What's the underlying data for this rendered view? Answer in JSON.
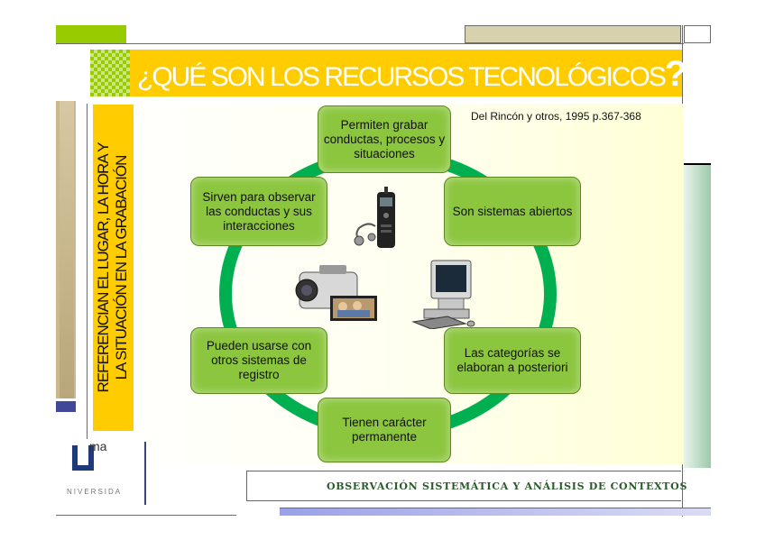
{
  "slide": {
    "title": "¿QUÉ SON LOS RECURSOS TECNOLÓGICOS",
    "title_mark": "?",
    "side_text_line1": "REFERENCIAN EL LUGAR, LA HORA Y",
    "side_text_line2": "LA SITUACIÓN EN LA GRABACIÓN",
    "citation": "Del Rincón y otros, 1995 p.367-368",
    "footer": "OBSERVACIÓN SISTEMÁTICA Y ANÁLISIS DE CONTEXTOS"
  },
  "logo": {
    "letter": "ma",
    "subtext": "NIVERSIDA"
  },
  "cycle": [
    {
      "id": "n1",
      "text": "Permiten grabar conductas, procesos y situaciones"
    },
    {
      "id": "n2",
      "text": "Son sistemas abiertos"
    },
    {
      "id": "n3",
      "text": "Las categorías se elaboran a posteriori"
    },
    {
      "id": "n4",
      "text": "Tienen carácter permanente"
    },
    {
      "id": "n5",
      "text": "Pueden usarse con otros sistemas de registro"
    },
    {
      "id": "n6",
      "text": "Sirven para observar las conductas y sus interacciones"
    }
  ],
  "colors": {
    "accent_yellow": "#ffcc00",
    "accent_green": "#99cc00",
    "ring_green": "#00b050",
    "node_green": "#8cc63f"
  },
  "icons": [
    "voice-recorder-icon",
    "camcorder-icon",
    "computer-icon"
  ]
}
